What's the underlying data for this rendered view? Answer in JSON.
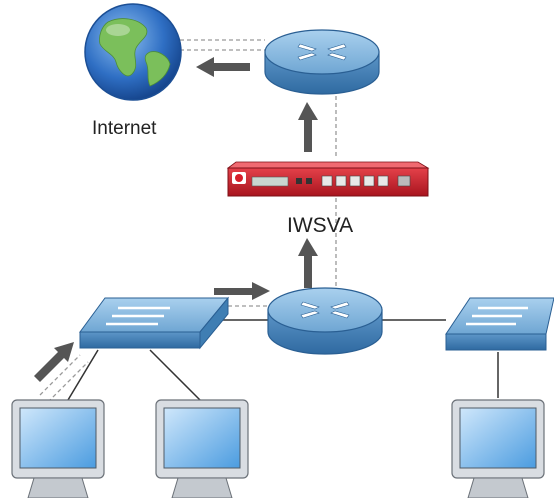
{
  "labels": {
    "internet": "Internet",
    "appliance": "IWSVA"
  },
  "nodes": [
    {
      "id": "internet",
      "icon": "globe-icon"
    },
    {
      "id": "top-router",
      "icon": "router-icon"
    },
    {
      "id": "iwsva-appliance",
      "icon": "rack-appliance-icon"
    },
    {
      "id": "core-router",
      "icon": "router-icon"
    },
    {
      "id": "left-switch",
      "icon": "switch-icon"
    },
    {
      "id": "right-switch",
      "icon": "switch-icon"
    },
    {
      "id": "client-1",
      "icon": "monitor-icon"
    },
    {
      "id": "client-2",
      "icon": "monitor-icon"
    },
    {
      "id": "client-3",
      "icon": "monitor-icon"
    }
  ],
  "colors": {
    "router_fill": "#7fb3da",
    "router_dark": "#3f7eb3",
    "appliance_red": "#d61f2b",
    "globe_blue": "#2f6fc4",
    "land_green": "#7bbf5b",
    "arrow_gray": "#555555",
    "link_line": "#333333",
    "dashed_line": "#999999"
  }
}
